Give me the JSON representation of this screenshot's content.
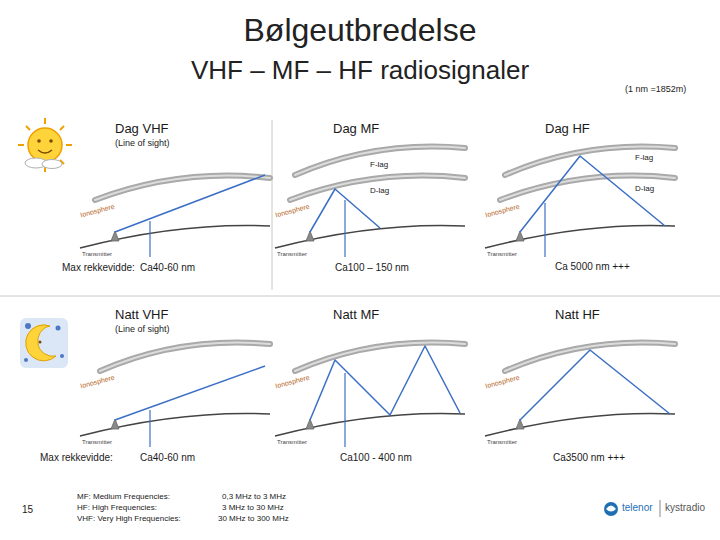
{
  "diagram": {
    "title": "Bølgeutbredelse",
    "labels": [
      "VHF – MF – HF radiosignaler",
      "(1 nm =1852m)",
      "Dag VHF",
      "(Line of sight)",
      "Dag MF",
      "Dag HF",
      "F-lag",
      "D-lag",
      "F-lag",
      "D-lag",
      "Ionosphere",
      "Ionosphere",
      "Ionosphere",
      "Transmitter",
      "Transmitter",
      "Transmitter",
      "Max rekkevidde:",
      "Ca40-60 nm",
      "Ca100 – 150 nm",
      "Ca 5000 nm +++",
      "Natt VHF",
      "(Line of sight)",
      "Natt MF",
      "Natt HF",
      "Ionosphere",
      "Ionosphere",
      "Ionosphere",
      "Transmitter",
      "Transmitter",
      "Transmitter",
      "Max rekkevidde:",
      "Ca40-60 nm",
      "Ca100 - 400 nm",
      "Ca3500 nm +++",
      "15",
      "MF: Medium Frequencies:",
      "HF: High Frequencies:",
      "VHF: Very High Frequencies:",
      "0,3 MHz to 3 MHz",
      "3 MHz to 30 MHz",
      "30 MHz to 300 MHz",
      "telenor",
      "kystradio"
    ]
  }
}
